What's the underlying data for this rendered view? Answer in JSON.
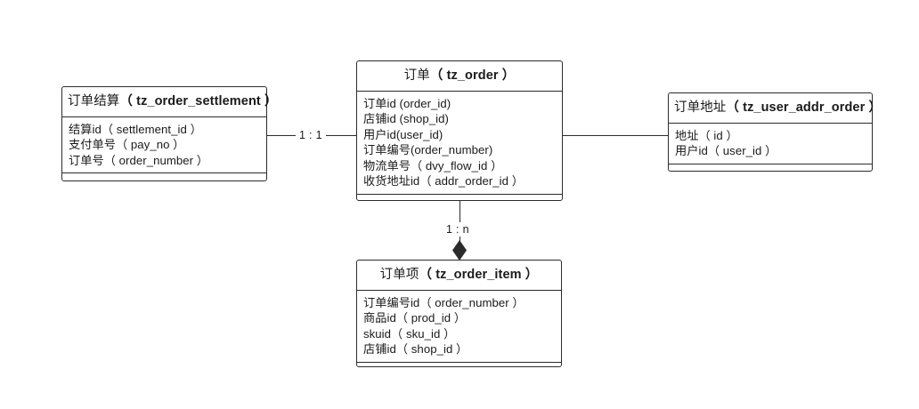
{
  "diagram": {
    "type": "entity-relationship-diagram",
    "background_color": "#ffffff",
    "line_color": "#2b2b2b",
    "text_color": "#1a1a1a"
  },
  "entities": [
    {
      "id": "tz_order_settlement",
      "title_cn": "订单结算",
      "title_table": "（ tz_order_settlement ）",
      "fields": [
        "结算id（ settlement_id ）",
        "支付单号（ pay_no ）",
        "订单号（ order_number ）"
      ]
    },
    {
      "id": "tz_order",
      "title_cn": "订单",
      "title_table": "（ tz_order ）",
      "fields": [
        "订单id (order_id)",
        "店铺id (shop_id)",
        "用户id(user_id)",
        "订单编号(order_number)",
        "物流单号（ dvy_flow_id ）",
        "收货地址id（ addr_order_id ）"
      ]
    },
    {
      "id": "tz_user_addr_order",
      "title_cn": "订单地址",
      "title_table": "（ tz_user_addr_order ）",
      "fields": [
        "地址（ id ）",
        "用户id（ user_id ）"
      ]
    },
    {
      "id": "tz_order_item",
      "title_cn": "订单项",
      "title_table": "（ tz_order_item ）",
      "fields": [
        "订单编号id（ order_number ）",
        "商品id（ prod_id ）",
        "skuid（ sku_id ）",
        "店铺id（ shop_id ）"
      ]
    }
  ],
  "relationships": [
    {
      "id": "settlement-order",
      "from": "tz_order_settlement",
      "to": "tz_order",
      "label": "1 : 1",
      "marker": "none"
    },
    {
      "id": "order-addr",
      "from": "tz_order",
      "to": "tz_user_addr_order",
      "label": "",
      "marker": "none"
    },
    {
      "id": "order-item",
      "from": "tz_order",
      "to": "tz_order_item",
      "label": "1 : n",
      "marker": "filled-diamond"
    }
  ]
}
